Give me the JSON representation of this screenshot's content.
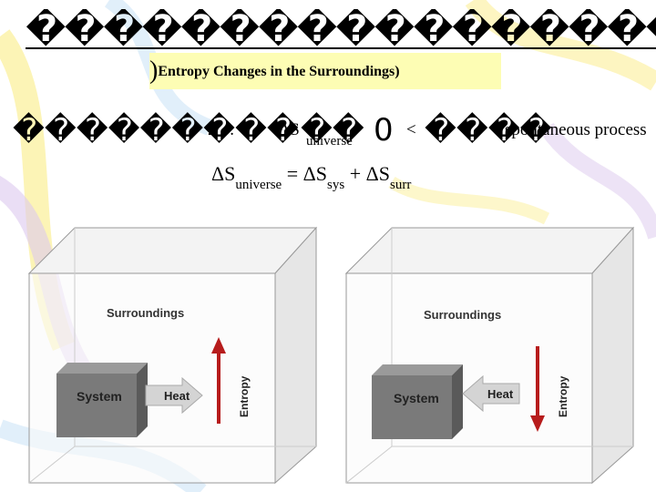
{
  "slide": {
    "title": "�������������������������",
    "subtitle": "Entropy Changes in the Surroundings)",
    "subtitle_paren": ")"
  },
  "second_law": {
    "prefix": "���������",
    "number": "2",
    "colon": ":",
    "delta_s": "ΔS",
    "subscript": "universe",
    "mid_glyphs": "��",
    "zero": "0",
    "less_than": "<",
    "suffix_glyphs": "����",
    "spontaneous": "spontaneous process"
  },
  "equation": {
    "lhs": "ΔS",
    "lhs_sub": "universe",
    "eq": "= ΔS",
    "sys_sub": "sys",
    "plus": "+",
    "rhs": "ΔS",
    "surr_sub": "surr"
  },
  "figures": [
    {
      "surroundings_label": "Surroundings",
      "system_label": "System",
      "heat_label": "Heat",
      "entropy_label": "Entropy",
      "heat_direction": "out-of-system",
      "entropy_direction": "up"
    },
    {
      "surroundings_label": "Surroundings",
      "system_label": "System",
      "heat_label": "Heat",
      "entropy_label": "Entropy",
      "heat_direction": "into-system",
      "entropy_direction": "down"
    }
  ],
  "colors": {
    "subtitle_highlight": "#fdfdb4",
    "system_box": "#7a7a7a",
    "heat_arrow": "#d4d4d4",
    "entropy_arrow": "#b71c1c",
    "decor_yellow": "#fbef97",
    "decor_purple": "#dcc8ee",
    "decor_blue": "#cde4f6"
  }
}
